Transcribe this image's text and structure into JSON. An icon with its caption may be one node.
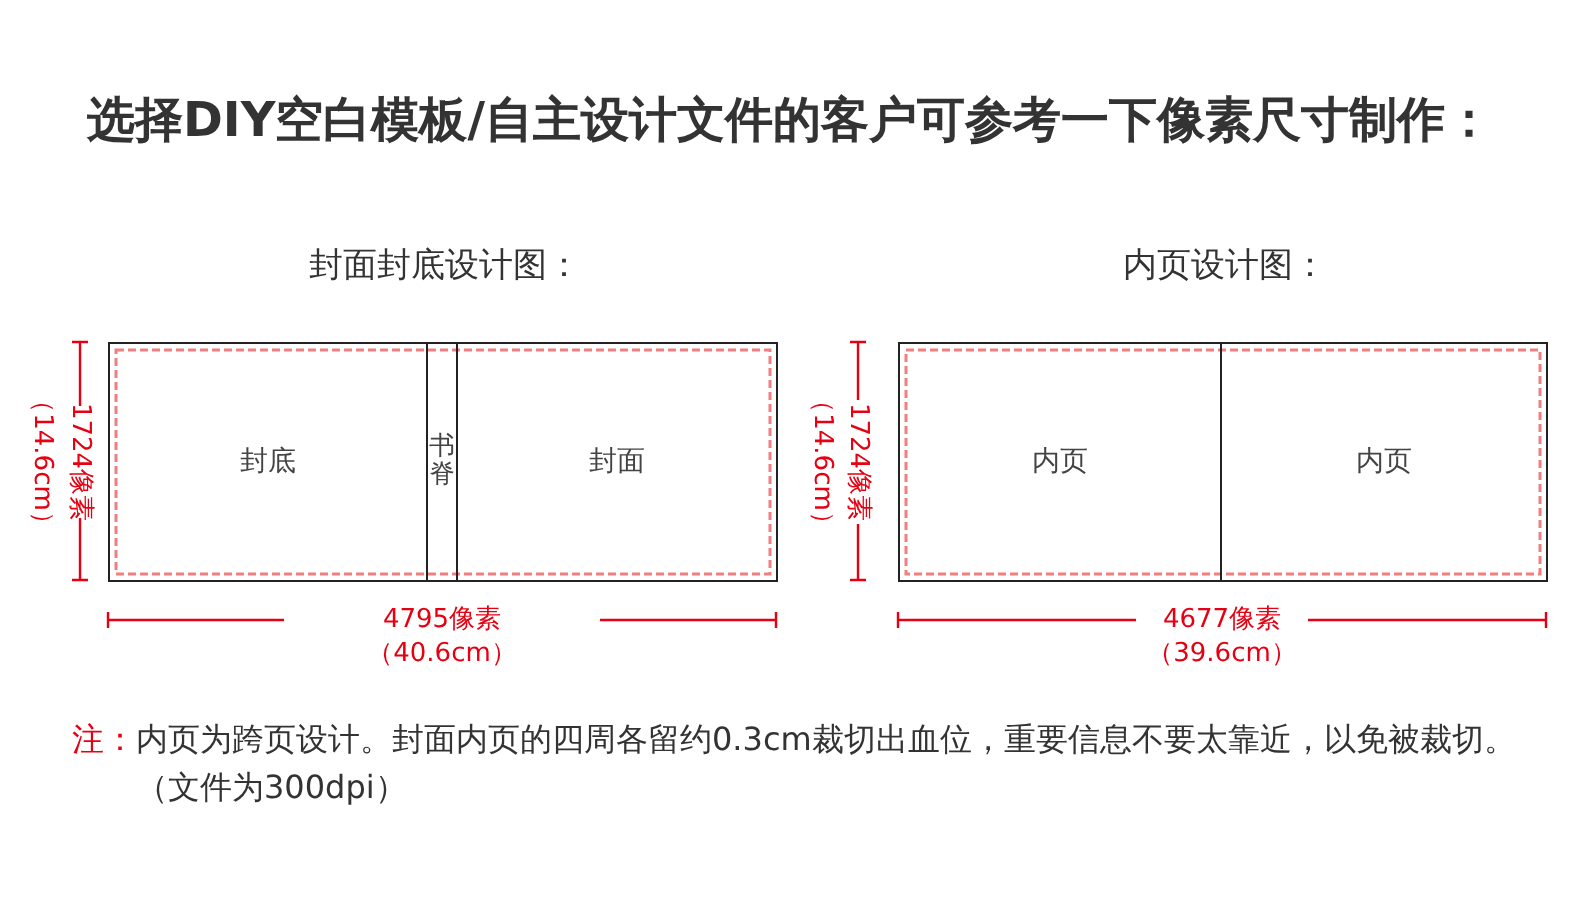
{
  "diagram": {
    "title": "选择DIY空白模板/自主设计文件的客户可参考一下像素尺寸制作：",
    "nodes": [
      {
        "text": [
          "封面封底设计图："
        ]
      },
      {
        "text": [
          "封底"
        ],
        "in": 0
      },
      {
        "text": [
          "书脊"
        ],
        "in": 0
      },
      {
        "text": [
          "封面"
        ],
        "in": 0
      },
      {
        "text": [
          "内页设计图："
        ]
      },
      {
        "text": [
          "内页"
        ],
        "in": 4
      },
      {
        "text": [
          "内页"
        ],
        "in": 4
      }
    ],
    "labels": [
      "1724像素",
      "（14.6cm）",
      "4795像素",
      "（40.6cm）",
      "1724像素",
      "（14.6cm）",
      "4677像素",
      "（39.6cm）",
      "注：",
      "内页为跨页设计。封面内页的四周各留约0.3cm裁切出血位，重要信息不要太靠近，以免被裁切。（文件为300dpi）"
    ]
  }
}
